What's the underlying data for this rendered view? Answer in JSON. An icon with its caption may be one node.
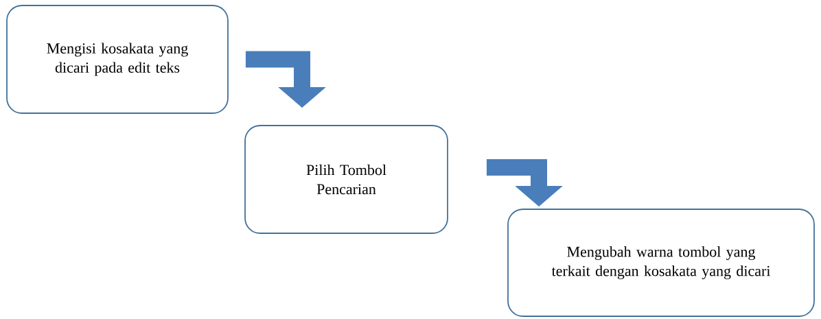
{
  "diagram": {
    "nodes": [
      {
        "text": [
          "Mengisi kosakata yang dicari pada edit teks"
        ]
      },
      {
        "text": [
          "Pilih Tombol Pencarian"
        ]
      },
      {
        "text": [
          "Mengubah warna tombol yang terkait dengan kosakata yang dicari"
        ]
      }
    ],
    "edges": [
      {
        "from": 0,
        "to": 1,
        "arrow": "to"
      },
      {
        "from": 1,
        "to": 2,
        "arrow": "to"
      }
    ]
  }
}
